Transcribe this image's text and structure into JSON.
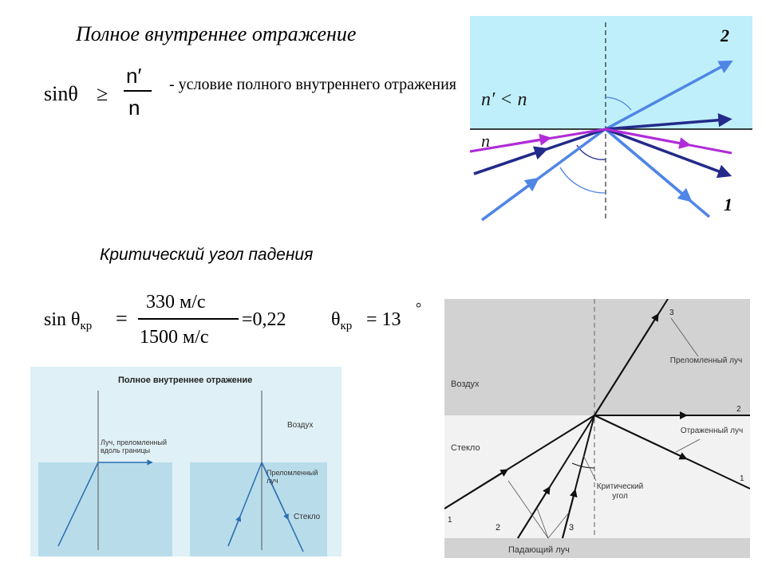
{
  "title": "Полное внутреннее отражение",
  "formula1": {
    "lhs": "sinθ",
    "op": "≥",
    "numerator": "n′",
    "denominator": "n"
  },
  "condition_text": "- условие полного внутреннего отражения",
  "critical_angle_title": "Критический угол падения",
  "formula2": {
    "lhs": "sin θ",
    "lhs_sub": "кр",
    "eq": "=",
    "numerator": "330 м/с",
    "denominator": "1500 м/с",
    "result": "=0,22",
    "theta": "θ",
    "theta_sub": "кр",
    "theta_eq": "= 13",
    "degree": "°"
  },
  "diagram_top_right": {
    "label_n_prime": "n′ < n",
    "label_n": "n",
    "ray_2": "2",
    "ray_1": "1",
    "colors": {
      "upper_medium": "#bfeffa",
      "light_blue_ray": "#4f86e6",
      "dark_blue_ray": "#232a8a",
      "magenta_ray": "#b12cd8"
    }
  },
  "diagram_bottom_left": {
    "title": "Полное внутреннее отражение",
    "label_air": "Воздух",
    "label_ray_along": "Луч, преломленный вдоль границы",
    "label_refracted": "Преломленный луч",
    "label_glass": "Стекло",
    "colors": {
      "water": "#b9dcea",
      "air": "#dff0f6",
      "ray": "#2a6fb0"
    }
  },
  "diagram_bottom_right": {
    "label_air": "Воздух",
    "label_glass": "Стекло",
    "label_refracted": "Преломленный луч",
    "label_reflected": "Отраженный луч",
    "label_critical": "Критический угол",
    "label_incident": "Падающий луч",
    "n3_top": "3",
    "n2_right": "2",
    "n1_right": "1",
    "n1_left": "1",
    "n2_bottom": "2",
    "n3_bottom": "3",
    "colors": {
      "air": "#d2d2d2",
      "glass": "#f2f2f2",
      "bottom": "#d2d2d2"
    }
  }
}
